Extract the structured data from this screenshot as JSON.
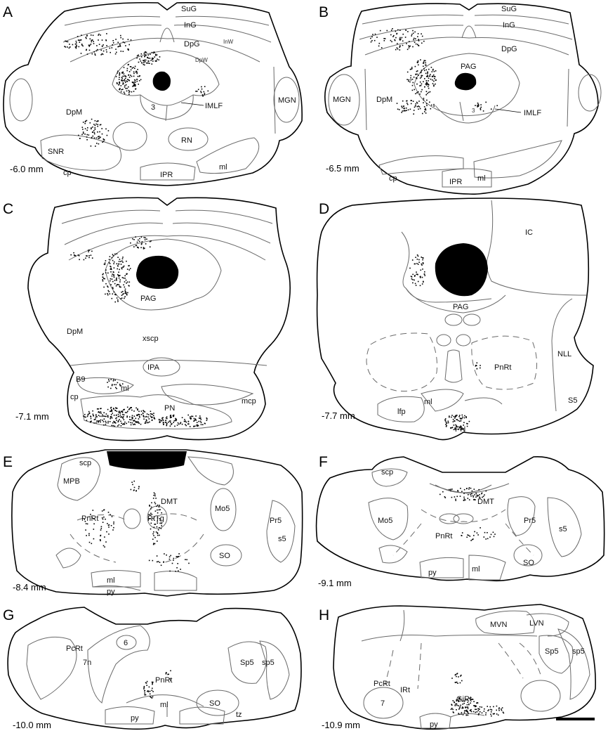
{
  "figure": {
    "scale_bar": "",
    "panels": [
      {
        "id": "A",
        "letter": "A",
        "level": "-6.0 mm",
        "labels": [
          "SuG",
          "InG",
          "DpG",
          "InW",
          "DpW",
          "IMLF",
          "3",
          "MGN",
          "DpM",
          "RN",
          "SNR",
          "cp",
          "IPR",
          "ml"
        ]
      },
      {
        "id": "B",
        "letter": "B",
        "level": "-6.5 mm",
        "labels": [
          "SuG",
          "InG",
          "DpG",
          "PAG",
          "MGN",
          "DpM",
          "IMLF",
          "3",
          "cp",
          "IPR",
          "ml"
        ]
      },
      {
        "id": "C",
        "letter": "C",
        "level": "-7.1 mm",
        "labels": [
          "PAG",
          "DpM",
          "xscp",
          "IPA",
          "B9",
          "ml",
          "cp",
          "PN",
          "mcp"
        ]
      },
      {
        "id": "D",
        "letter": "D",
        "level": "-7.7 mm",
        "labels": [
          "IC",
          "PAG",
          "PnRt",
          "NLL",
          "S5",
          "ml",
          "lfp",
          "PN"
        ]
      },
      {
        "id": "E",
        "letter": "E",
        "level": "-8.4 mm",
        "labels": [
          "scp",
          "MPB",
          "DMT",
          "Mo5",
          "Pr5",
          "s5",
          "PnRt",
          "RtTg",
          "SO",
          "ml",
          "py"
        ]
      },
      {
        "id": "F",
        "letter": "F",
        "level": "-9.1 mm",
        "labels": [
          "scp",
          "DMT",
          "Mo5",
          "Pr5",
          "s5",
          "PnRt",
          "SO",
          "py",
          "ml"
        ]
      },
      {
        "id": "G",
        "letter": "G",
        "level": "-10.0 mm",
        "labels": [
          "PcRt",
          "6",
          "7n",
          "PnRt",
          "Sp5",
          "sp5",
          "ml",
          "SO",
          "tz",
          "py"
        ]
      },
      {
        "id": "H",
        "letter": "H",
        "level": "-10.9 mm",
        "labels": [
          "MVN",
          "LVN",
          "Sp5",
          "sp5",
          "PcRt",
          "IRt",
          "GiRt",
          "7",
          "py"
        ]
      }
    ],
    "colors": {
      "outline": "#000000",
      "region": "#6a6a6a",
      "cells": "#000000"
    }
  }
}
